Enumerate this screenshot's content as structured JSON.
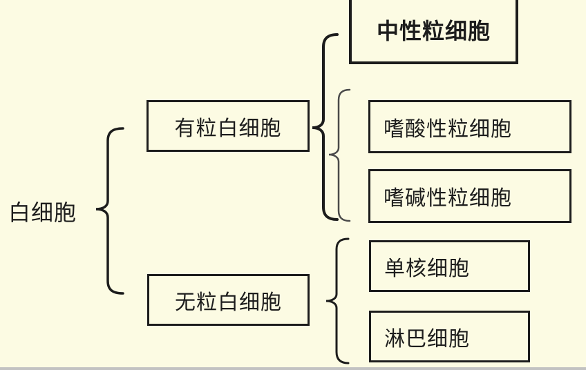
{
  "tree": {
    "root": {
      "label": "白细胞"
    },
    "granular": {
      "label": "有粒白细胞",
      "children": [
        {
          "label": "中性粒细胞",
          "emphasized": true
        },
        {
          "label": "嗜酸性粒细胞",
          "emphasized": false
        },
        {
          "label": "嗜碱性粒细胞",
          "emphasized": false
        }
      ]
    },
    "agranular": {
      "label": "无粒白细胞",
      "children": [
        {
          "label": "单核细胞",
          "emphasized": false
        },
        {
          "label": "淋巴细胞",
          "emphasized": false
        }
      ]
    },
    "colors": {
      "background": "#FCFBE3",
      "line": "#1C1C1C",
      "text": "#1D1D1D",
      "bottom_strip": "#C2C2C2"
    }
  }
}
